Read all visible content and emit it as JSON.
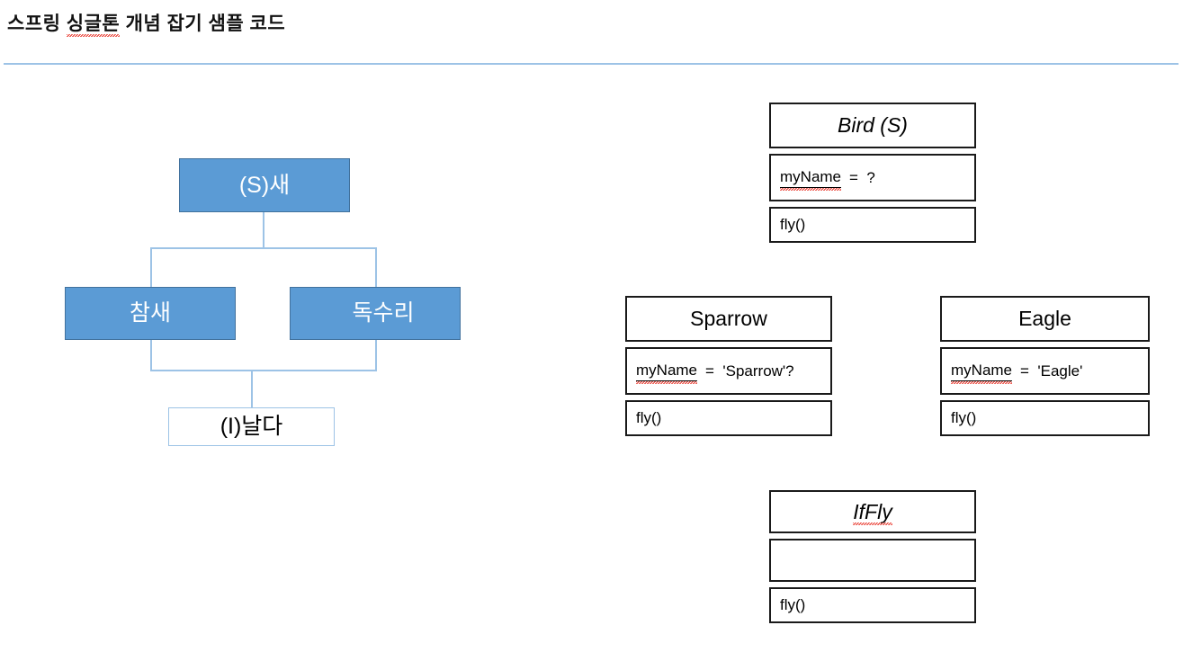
{
  "page": {
    "title_prefix": "스프링 ",
    "title_misspelled": "싱글톤",
    "title_suffix": " 개념 잡기 샘플 코드",
    "divider_color": "#9dc3e6",
    "background_color": "#ffffff"
  },
  "colors": {
    "node_fill": "#5b9bd5",
    "node_border": "#41719c",
    "connector": "#9dc3e6",
    "uml_border": "#1a1a1a",
    "spellcheck_underline": "#e8342a",
    "node_text": "#ffffff",
    "body_text": "#000000"
  },
  "left_diagram": {
    "name": "bird-hierarchy-diagram",
    "nodes": [
      {
        "id": "bird",
        "label": "(S)새",
        "style": "blue"
      },
      {
        "id": "sparrow",
        "label": "참새",
        "style": "blue"
      },
      {
        "id": "eagle",
        "label": "독수리",
        "style": "blue"
      },
      {
        "id": "fly",
        "label": "(I)날다",
        "style": "white"
      }
    ],
    "edges": [
      {
        "from": "bird",
        "to": "sparrow"
      },
      {
        "from": "bird",
        "to": "eagle"
      },
      {
        "from": "sparrow",
        "to": "fly"
      },
      {
        "from": "eagle",
        "to": "fly"
      }
    ]
  },
  "uml_classes": [
    {
      "id": "bird",
      "name": "Bird (S)",
      "italic": true,
      "name_misspelled": false,
      "attributes": [
        {
          "name": "myName",
          "rest": "=  ?",
          "misspelled": true
        }
      ],
      "methods": [
        "fly()"
      ]
    },
    {
      "id": "sparrow",
      "name": "Sparrow",
      "italic": false,
      "name_misspelled": false,
      "attributes": [
        {
          "name": "myName",
          "rest": "=  'Sparrow'?",
          "misspelled": true
        }
      ],
      "methods": [
        "fly()"
      ]
    },
    {
      "id": "eagle",
      "name": "Eagle",
      "italic": false,
      "name_misspelled": false,
      "attributes": [
        {
          "name": "myName",
          "rest": "=  'Eagle'",
          "misspelled": true
        }
      ],
      "methods": [
        "fly()"
      ]
    },
    {
      "id": "iffly",
      "name": "IfFly",
      "italic": true,
      "name_misspelled": true,
      "attributes": [],
      "methods": [
        "fly()"
      ]
    }
  ]
}
